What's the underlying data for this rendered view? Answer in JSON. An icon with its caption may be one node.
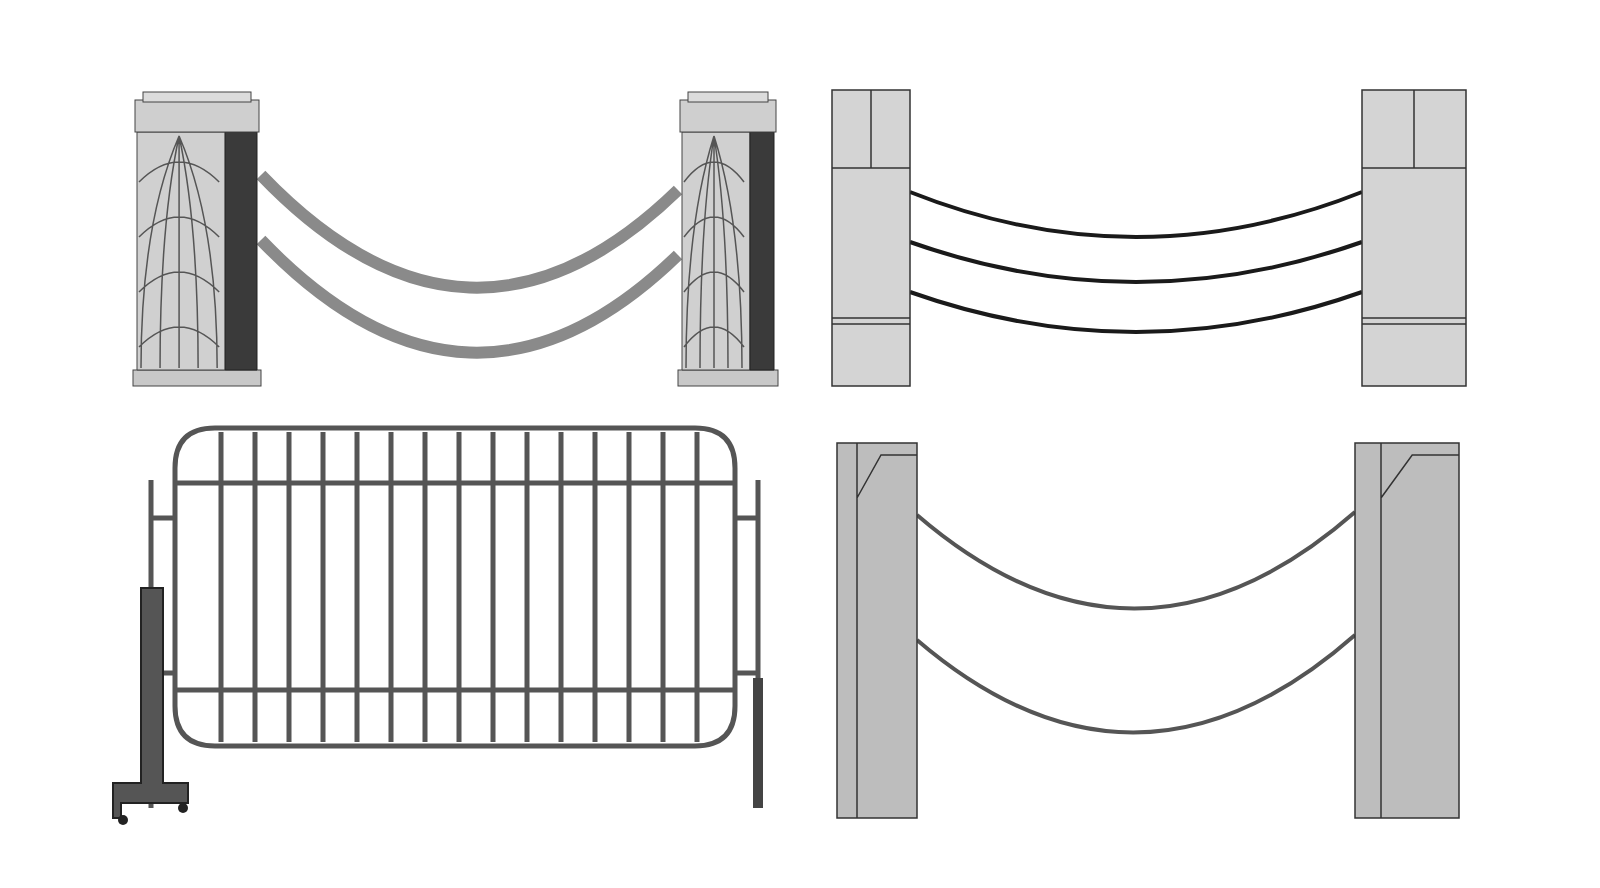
{
  "diagram": {
    "nodes": [
      {
        "text": [],
        "shape": "picture"
      },
      {
        "text": [],
        "shape": "picture"
      },
      {
        "text": [],
        "shape": "picture"
      },
      {
        "text": [],
        "shape": "picture"
      },
      {
        "text": [],
        "shape": "picture"
      },
      {
        "text": [],
        "shape": "picture"
      },
      {
        "text": [],
        "shape": "picture"
      }
    ],
    "edges": [
      {
        "from": 0,
        "to": 1,
        "arrow": "none",
        "style": "thick",
        "color": "#8a8a8a"
      },
      {
        "from": 0,
        "to": 1,
        "arrow": "none",
        "style": "thick",
        "color": "#8a8a8a"
      },
      {
        "from": 2,
        "to": 3,
        "arrow": "none"
      },
      {
        "from": 2,
        "to": 3,
        "arrow": "none"
      },
      {
        "from": 2,
        "to": 3,
        "arrow": "none"
      },
      {
        "from": 5,
        "to": 6,
        "arrow": "none",
        "color": "#555555"
      },
      {
        "from": 5,
        "to": 6,
        "arrow": "none",
        "color": "#555555"
      }
    ]
  }
}
